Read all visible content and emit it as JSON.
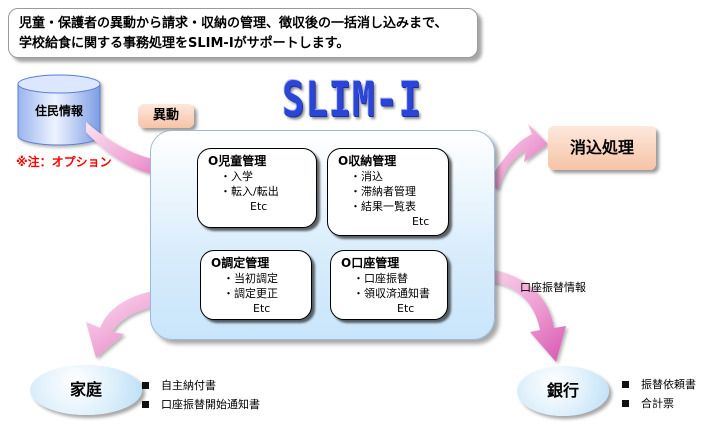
{
  "header": {
    "line1": "児童・保護者の異動から請求・収納の管理、徴収後の一括消し込みまで、",
    "line2": "学校給食に関する事務処理をSLIM-Iがサポートします。"
  },
  "title": "SLIM-I",
  "db_label": "住民情報",
  "note": "※注：オプション",
  "ido_label": "異動",
  "keshikomi_label": "消込処理",
  "cards": {
    "jido": {
      "title": "O児童管理",
      "items": [
        "・入学",
        "・転入/転出"
      ],
      "etc": "Etc"
    },
    "shuno": {
      "title": "O収納管理",
      "items": [
        "・消込",
        "・滞納者管理",
        "・結果一覧表"
      ],
      "etc": "Etc"
    },
    "chotei": {
      "title": "O調定管理",
      "items": [
        "・当初調定",
        "・調定更正"
      ],
      "etc": "Etc"
    },
    "koza": {
      "title": "O口座管理",
      "items": [
        "・口座振替",
        "・領収済通知書"
      ],
      "etc": "Etc"
    }
  },
  "katei": {
    "label": "家庭",
    "docs": [
      "自主納付書",
      "口座振替開始通知書"
    ]
  },
  "ginko": {
    "label": "銀行",
    "docs": [
      "振替依頼書",
      "合計票"
    ]
  },
  "furikae_info": "口座振替情報",
  "colors": {
    "title_blue": "#2b46d6",
    "arrow_pink": "#e58bc9",
    "note_red": "#ff0000",
    "db_blue": "#5b7fd6"
  }
}
